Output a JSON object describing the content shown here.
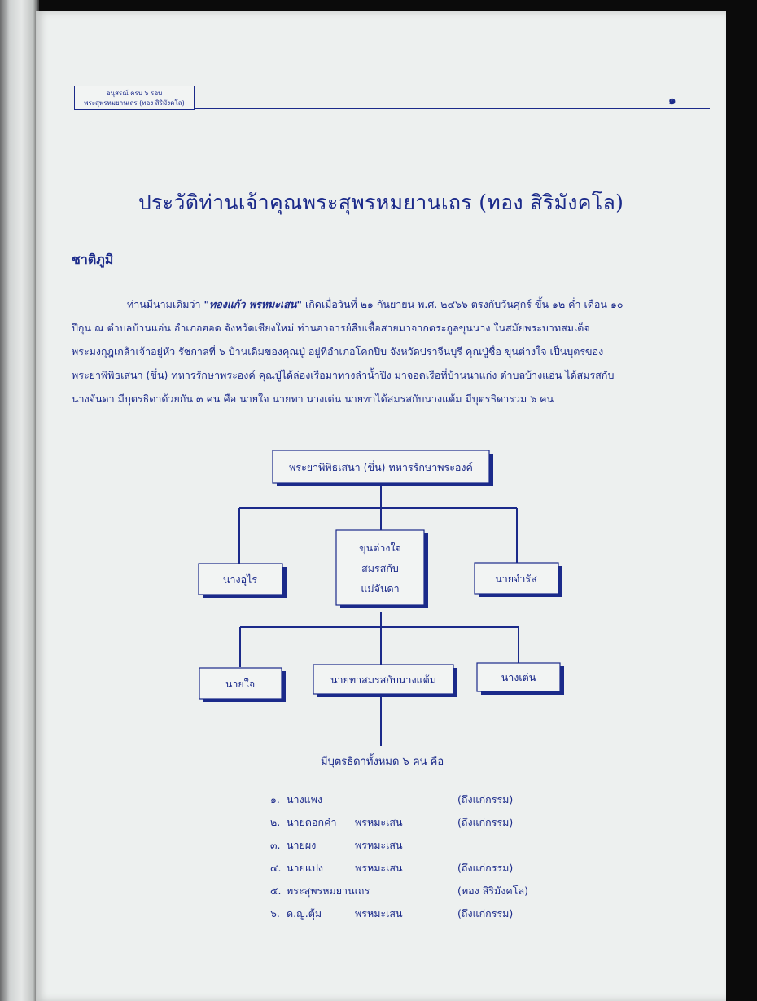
{
  "header": {
    "box_line1": "อนุสรณ์ ครบ ๖ รอบ",
    "box_line2": "พระสุพรหมยานเถร (ทอง สิริมังคโล)",
    "page_number": "๑"
  },
  "title": "ประวัติท่านเจ้าคุณพระสุพรหมยานเถร (ทอง สิริมังคโล)",
  "section_heading": "ชาติภูมิ",
  "paragraph": {
    "l1_pre": "ท่านมีนามเดิมว่า ",
    "l1_name": "\"ทองแก้ว พรหมะเสน\"",
    "l1_post": " เกิดเมื่อวันที่ ๒๑ กันยายน พ.ศ. ๒๔๖๖ ตรงกับวันศุกร์ ขึ้น ๑๒ ค่ำ เดือน ๑๐",
    "l2": "ปีกุน ณ ตำบลบ้านแอ่น อำเภอฮอด จังหวัดเชียงใหม่ ท่านอาจารย์สืบเชื้อสายมาจากตระกูลขุนนาง ในสมัยพระบาทสมเด็จ",
    "l3": "พระมงกุฎเกล้าเจ้าอยู่หัว รัชกาลที่ ๖ บ้านเดิมของคุณปู่ อยู่ที่อำเภอโคกปีบ จังหวัดปราจีนบุรี คุณปู่ชื่อ ขุนต่างใจ เป็นบุตรของ",
    "l4": "พระยาพิพิธเสนา (ขึ่น) ทหารรักษาพระองค์ คุณปู่ได้ล่องเรือมาทางลำน้ำปิง มาจอดเรือที่บ้านนาแก่ง ตำบลบ้างแอ่น ได้สมรสกับ",
    "l5": "นางจันดา มีบุตรธิดาด้วยกัน ๓ คน คือ นายใจ นายทา นางเต่น นายทาได้สมรสกับนางแต้ม มีบุตรธิดารวม ๖ คน"
  },
  "tree": {
    "root": "พระยาพิพิธเสนา (ขึ่น) ทหารรักษาพระองค์",
    "left": "นางอุไร",
    "middle_line1": "ขุนต่างใจ",
    "middle_line2": "สมรสกับ",
    "middle_line3": "แม่จันดา",
    "right": "นายจำรัส",
    "child1": "นายใจ",
    "child2": "นายทาสมรสกับนางแต้ม",
    "child3": "นางเต่น",
    "caption": "มีบุตรธิดาทั้งหมด ๖ คน คือ"
  },
  "children": [
    {
      "num": "๑.",
      "name": "นางแพง",
      "surname": "",
      "note": "(ถึงแก่กรรม)"
    },
    {
      "num": "๒.",
      "name": "นายดอกคำ",
      "surname": "พรหมะเสน",
      "note": "(ถึงแก่กรรม)"
    },
    {
      "num": "๓.",
      "name": "นายผง",
      "surname": "พรหมะเสน",
      "note": ""
    },
    {
      "num": "๔.",
      "name": "นายแปง",
      "surname": "พรหมะเสน",
      "note": "(ถึงแก่กรรม)"
    },
    {
      "num": "๕.",
      "name": "พระสุพรหมยานเถร",
      "surname": "",
      "note": "(ทอง สิริมังคโล)"
    },
    {
      "num": "๖.",
      "name": "ด.ญ.ตุ้ม",
      "surname": "พรหมะเสน",
      "note": "(ถึงแก่กรรม)"
    }
  ],
  "colors": {
    "ink": "#1b2a8a",
    "paper": "#edf0ef"
  }
}
